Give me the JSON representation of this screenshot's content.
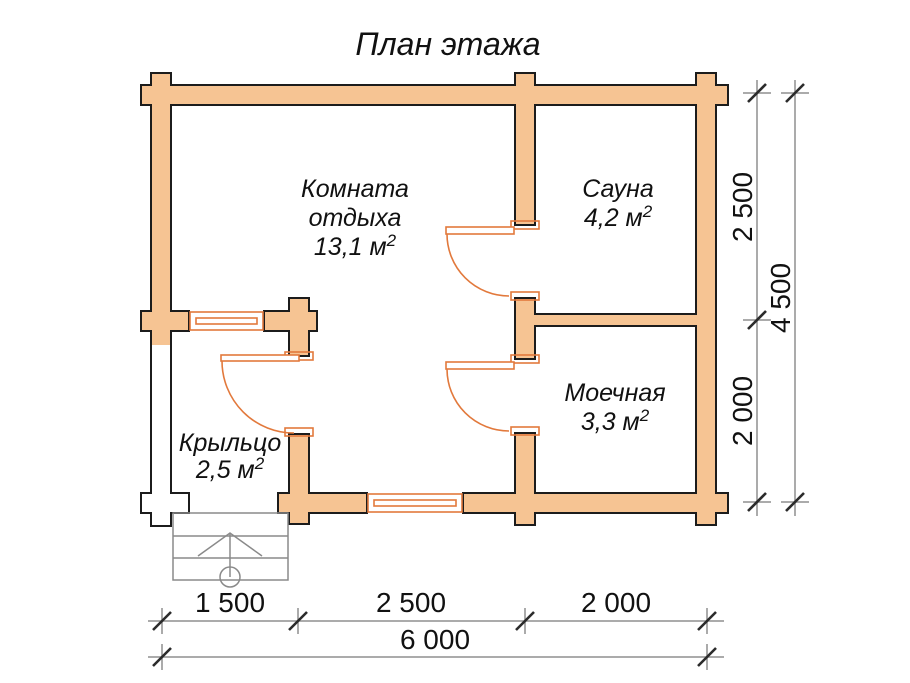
{
  "title": "План этажа",
  "rooms": [
    {
      "id": "rest-room",
      "name_line1": "Комната",
      "name_line2": "отдыха",
      "area": "13,1 м",
      "area_sup": "2"
    },
    {
      "id": "sauna",
      "name_line1": "Сауна",
      "area": "4,2 м",
      "area_sup": "2"
    },
    {
      "id": "washroom",
      "name_line1": "Моечная",
      "area": "3,3 м",
      "area_sup": "2"
    },
    {
      "id": "porch",
      "name_line1": "Крыльцо",
      "area": "2,5 м",
      "area_sup": "2"
    }
  ],
  "dimensions": {
    "bottom_segments": [
      "1 500",
      "2 500",
      "2 000"
    ],
    "bottom_total": "6 000",
    "right_segments": [
      "2 500",
      "2 000"
    ],
    "right_total": "4 500"
  },
  "colors": {
    "wall_fill": "#f6c493",
    "wall_outline": "#1c1c1c",
    "joinery_orange": "#e2793c",
    "dimension_gray": "#8f8f8f"
  }
}
